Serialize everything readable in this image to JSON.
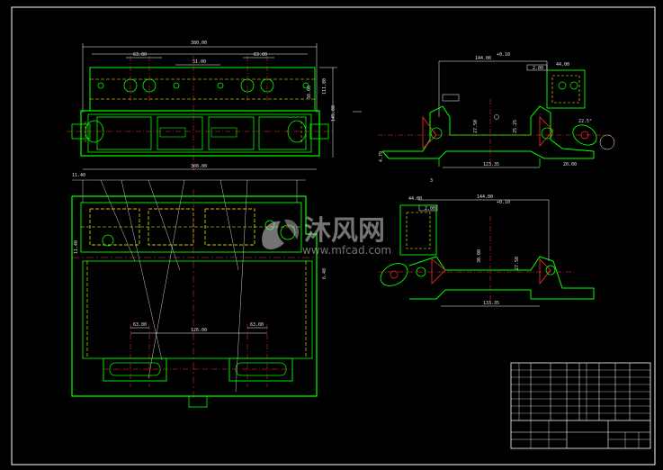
{
  "colors": {
    "background": "#000000",
    "outline": "#00ff00",
    "hidden": "#ffff00",
    "center": "#ff3030",
    "dimension": "#ffffff",
    "hatch": "#00ffff"
  },
  "top_view": {
    "overall_width": "380.00",
    "dim_upper_left": "63.00",
    "dim_upper_right": "63.00",
    "dim_upper_center": "51.00",
    "dim_side_1": "38.00",
    "dim_side_2": "111.00",
    "dim_side_3": "145.00",
    "dim_lower_left": "11.40",
    "dim_bottom": "300.00"
  },
  "front_view": {
    "dim_left": "11.40",
    "dim_right": "6.40",
    "dim_lower_left": "63.00",
    "dim_lower_center": "126.00",
    "dim_lower_right": "63.00"
  },
  "section_a": {
    "dim_top": "144.00",
    "dim_top_tol": "+0.10",
    "dim_right_top": "44.00",
    "dim_box": "2.00",
    "dim_left_small": "4.79",
    "dim_mid_1": "27.50",
    "dim_mid_2": "25.25",
    "dim_bottom": "123.35",
    "dim_bottom_right": "20.00",
    "angle": "22.5°",
    "section_label": "3"
  },
  "section_b": {
    "dim_top": "144.00",
    "dim_top_tol": "+0.10",
    "dim_left_top": "44.00",
    "dim_box": "2.00",
    "dim_mid_1": "30.00",
    "dim_mid_2": "27.50",
    "dim_bottom": "133.35"
  },
  "watermark": {
    "brand": "沐风网",
    "url": "www.mfcad.com"
  }
}
